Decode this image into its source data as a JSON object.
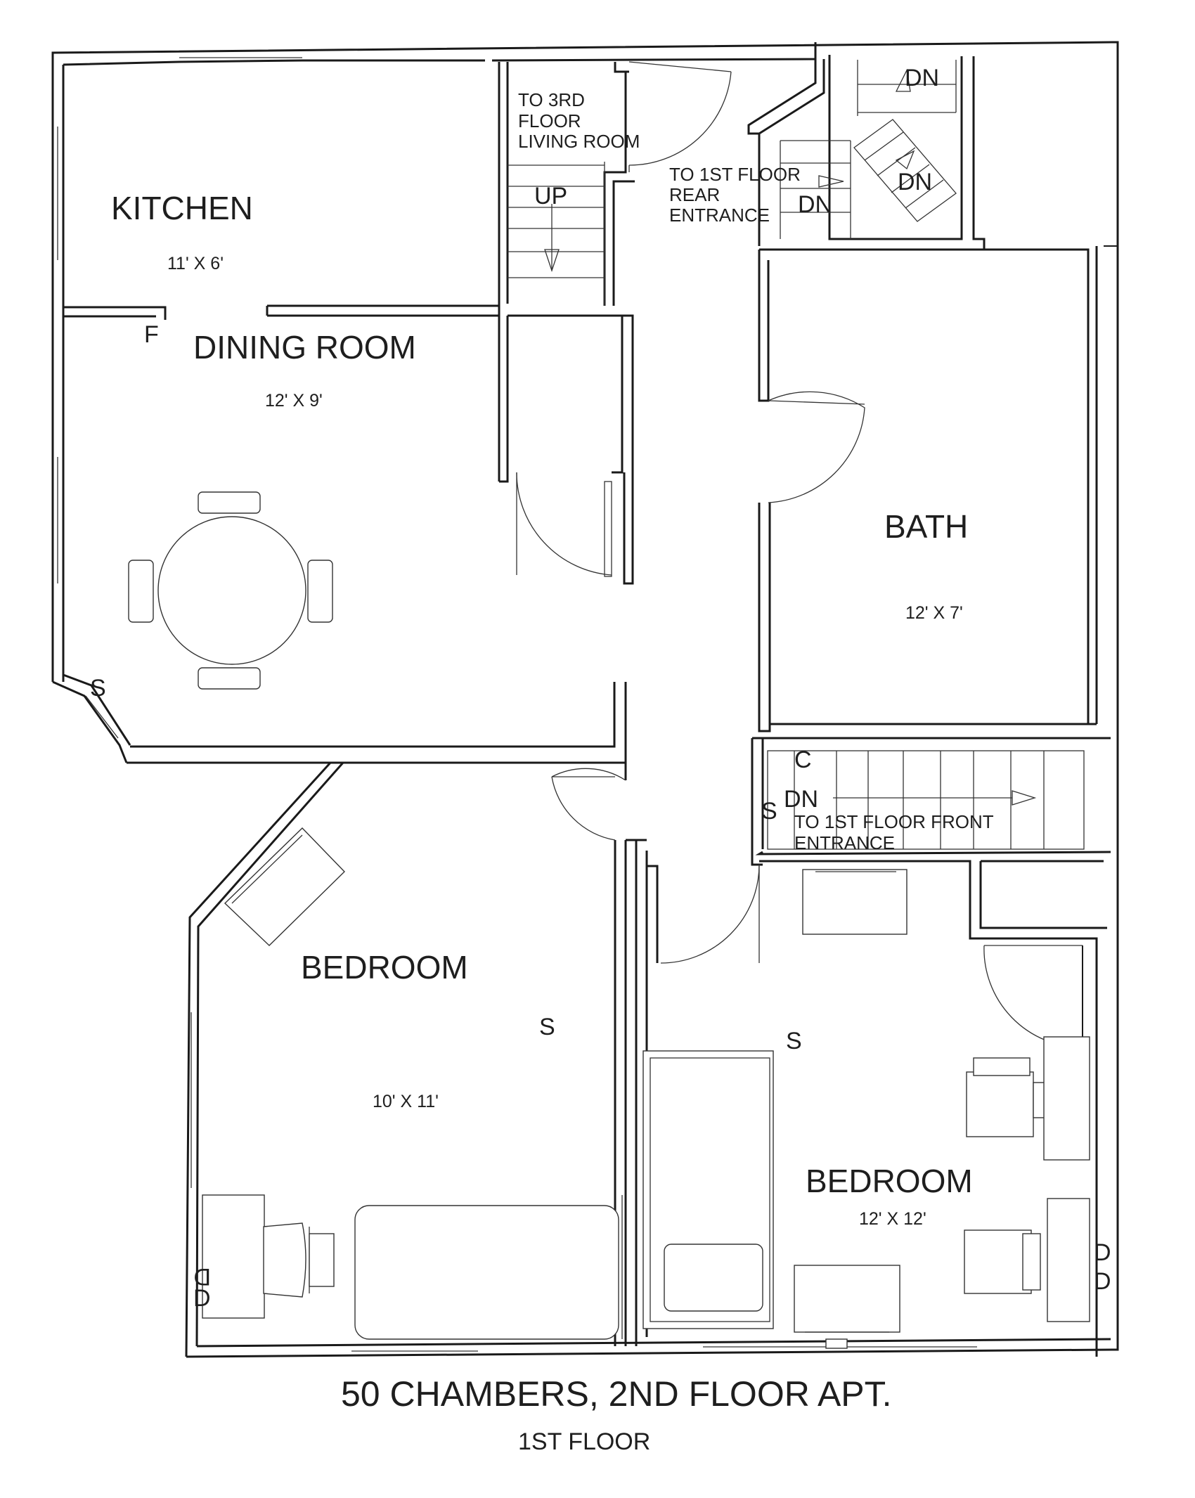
{
  "plan": {
    "title": "50 CHAMBERS, 2ND FLOOR APT.",
    "subtitle": "1ST FLOOR",
    "rooms": {
      "kitchen": {
        "name": "KITCHEN",
        "size": "11' X 6'"
      },
      "dining": {
        "name": "DINING ROOM",
        "size": "12' X 9'"
      },
      "bath": {
        "name": "BATH",
        "size": "12' X 7'"
      },
      "bedroom_left": {
        "name": "BEDROOM",
        "size": "10' X 11'"
      },
      "bedroom_right": {
        "name": "BEDROOM",
        "size": "12' X 12'"
      }
    },
    "stairs": {
      "third_floor_l1": "TO 3RD",
      "third_floor_l2": "FLOOR",
      "third_floor_l3": "LIVING ROOM",
      "up": "UP",
      "rear_l1": "TO 1ST FLOOR",
      "rear_l2": "REAR",
      "rear_l3": "ENTRANCE",
      "dn": "DN",
      "front_l1": "TO 1ST FLOOR FRONT",
      "front_l2": "ENTRANCE"
    },
    "symbols": {
      "f": "F",
      "s": "S",
      "c": "C",
      "d": "D"
    }
  }
}
